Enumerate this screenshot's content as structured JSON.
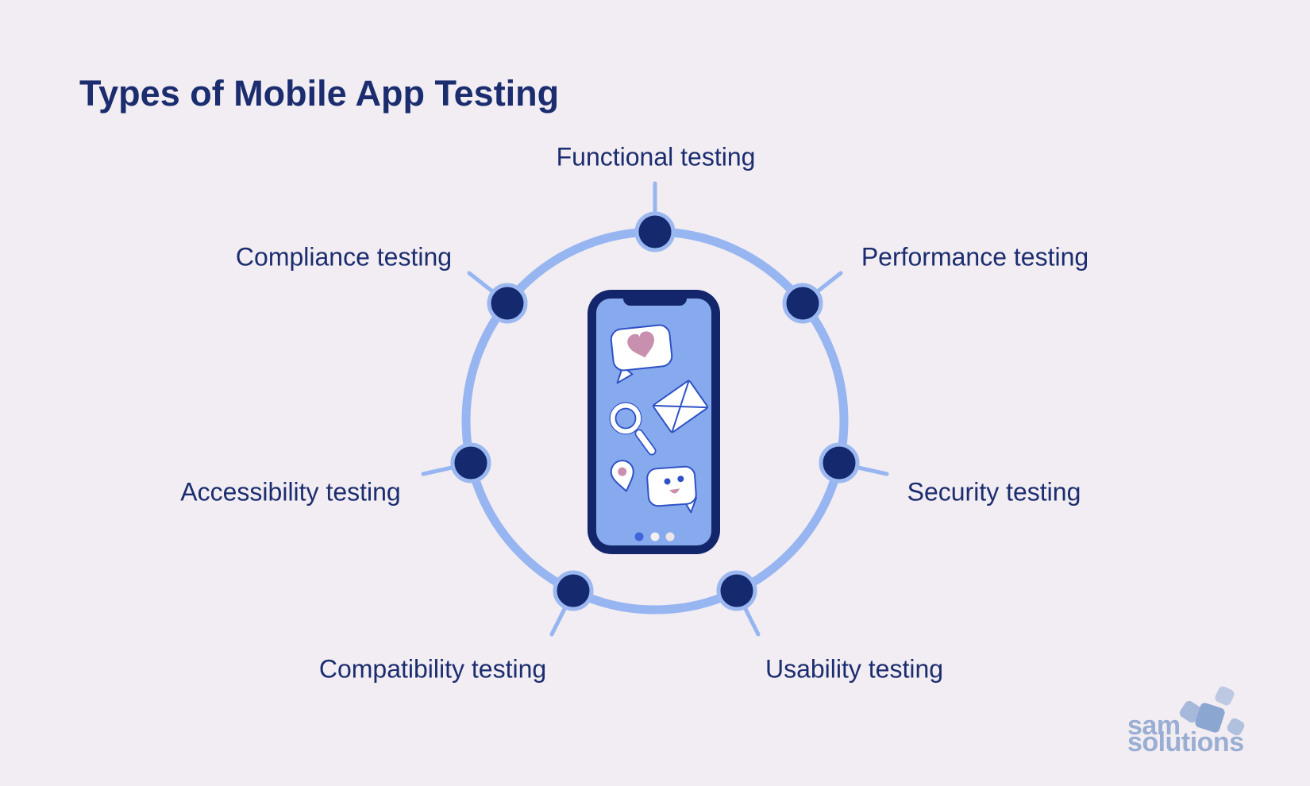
{
  "title": "Types of Mobile App Testing",
  "diagram": {
    "nodes": [
      {
        "id": "functional",
        "label": "Functional testing"
      },
      {
        "id": "performance",
        "label": "Performance testing"
      },
      {
        "id": "security",
        "label": "Security testing"
      },
      {
        "id": "usability",
        "label": "Usability testing"
      },
      {
        "id": "compatibility",
        "label": "Compatibility testing"
      },
      {
        "id": "accessibility",
        "label": "Accessibility testing"
      },
      {
        "id": "compliance",
        "label": "Compliance testing"
      }
    ]
  },
  "phone": {
    "icons": [
      "heart-message-icon",
      "envelope-icon",
      "magnifier-icon",
      "location-pin-icon",
      "smiley-message-icon"
    ],
    "pagination_dots": 3
  },
  "logo": {
    "line1": "sam",
    "line2": "solutions"
  },
  "colors": {
    "background": "#f1edf2",
    "heading_text": "#1b2c6f",
    "ring": "#97b5f1",
    "node_fill": "#14296e",
    "node_border": "#9cb8f1",
    "phone_frame": "#13266b",
    "phone_screen": "#87aaee",
    "icon_outline": "#2e51c5",
    "accent_pink": "#c890ae",
    "logo_text": "#9aaed4"
  }
}
